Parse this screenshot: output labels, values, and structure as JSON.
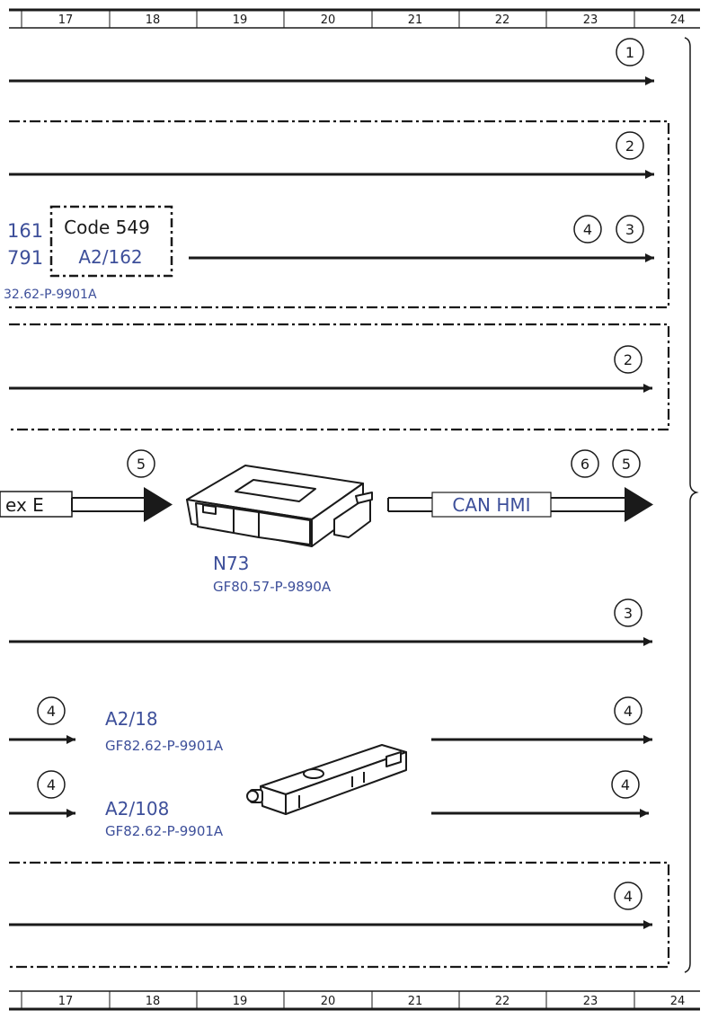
{
  "ruler": {
    "numbers": [
      "17",
      "18",
      "19",
      "20",
      "21",
      "22",
      "23",
      "24"
    ]
  },
  "refs": {
    "r1": "1",
    "r2a": "2",
    "r4a": "4",
    "r3a": "3",
    "r2b": "2",
    "r5a": "5",
    "r6": "6",
    "r5b": "5",
    "r3b": "3",
    "r4b": "4",
    "r4c": "4",
    "r4d": "4",
    "r4e": "4",
    "r4f": "4"
  },
  "labels": {
    "left_161": "161",
    "left_791": "791",
    "left_gf": "32.62-P-9901A",
    "code_box_title": "Code 549",
    "code_box_id": "A2/162",
    "bus_left": "ex E",
    "bus_right": "CAN HMI",
    "n73_id": "N73",
    "n73_doc": "GF80.57-P-9890A",
    "a2_18_id": "A2/18",
    "a2_18_doc": "GF82.62-P-9901A",
    "a2_108_id": "A2/108",
    "a2_108_doc": "GF82.62-P-9901A"
  },
  "colors": {
    "ink": "#1a1a1a",
    "label_blue": "#3d4f9a"
  }
}
